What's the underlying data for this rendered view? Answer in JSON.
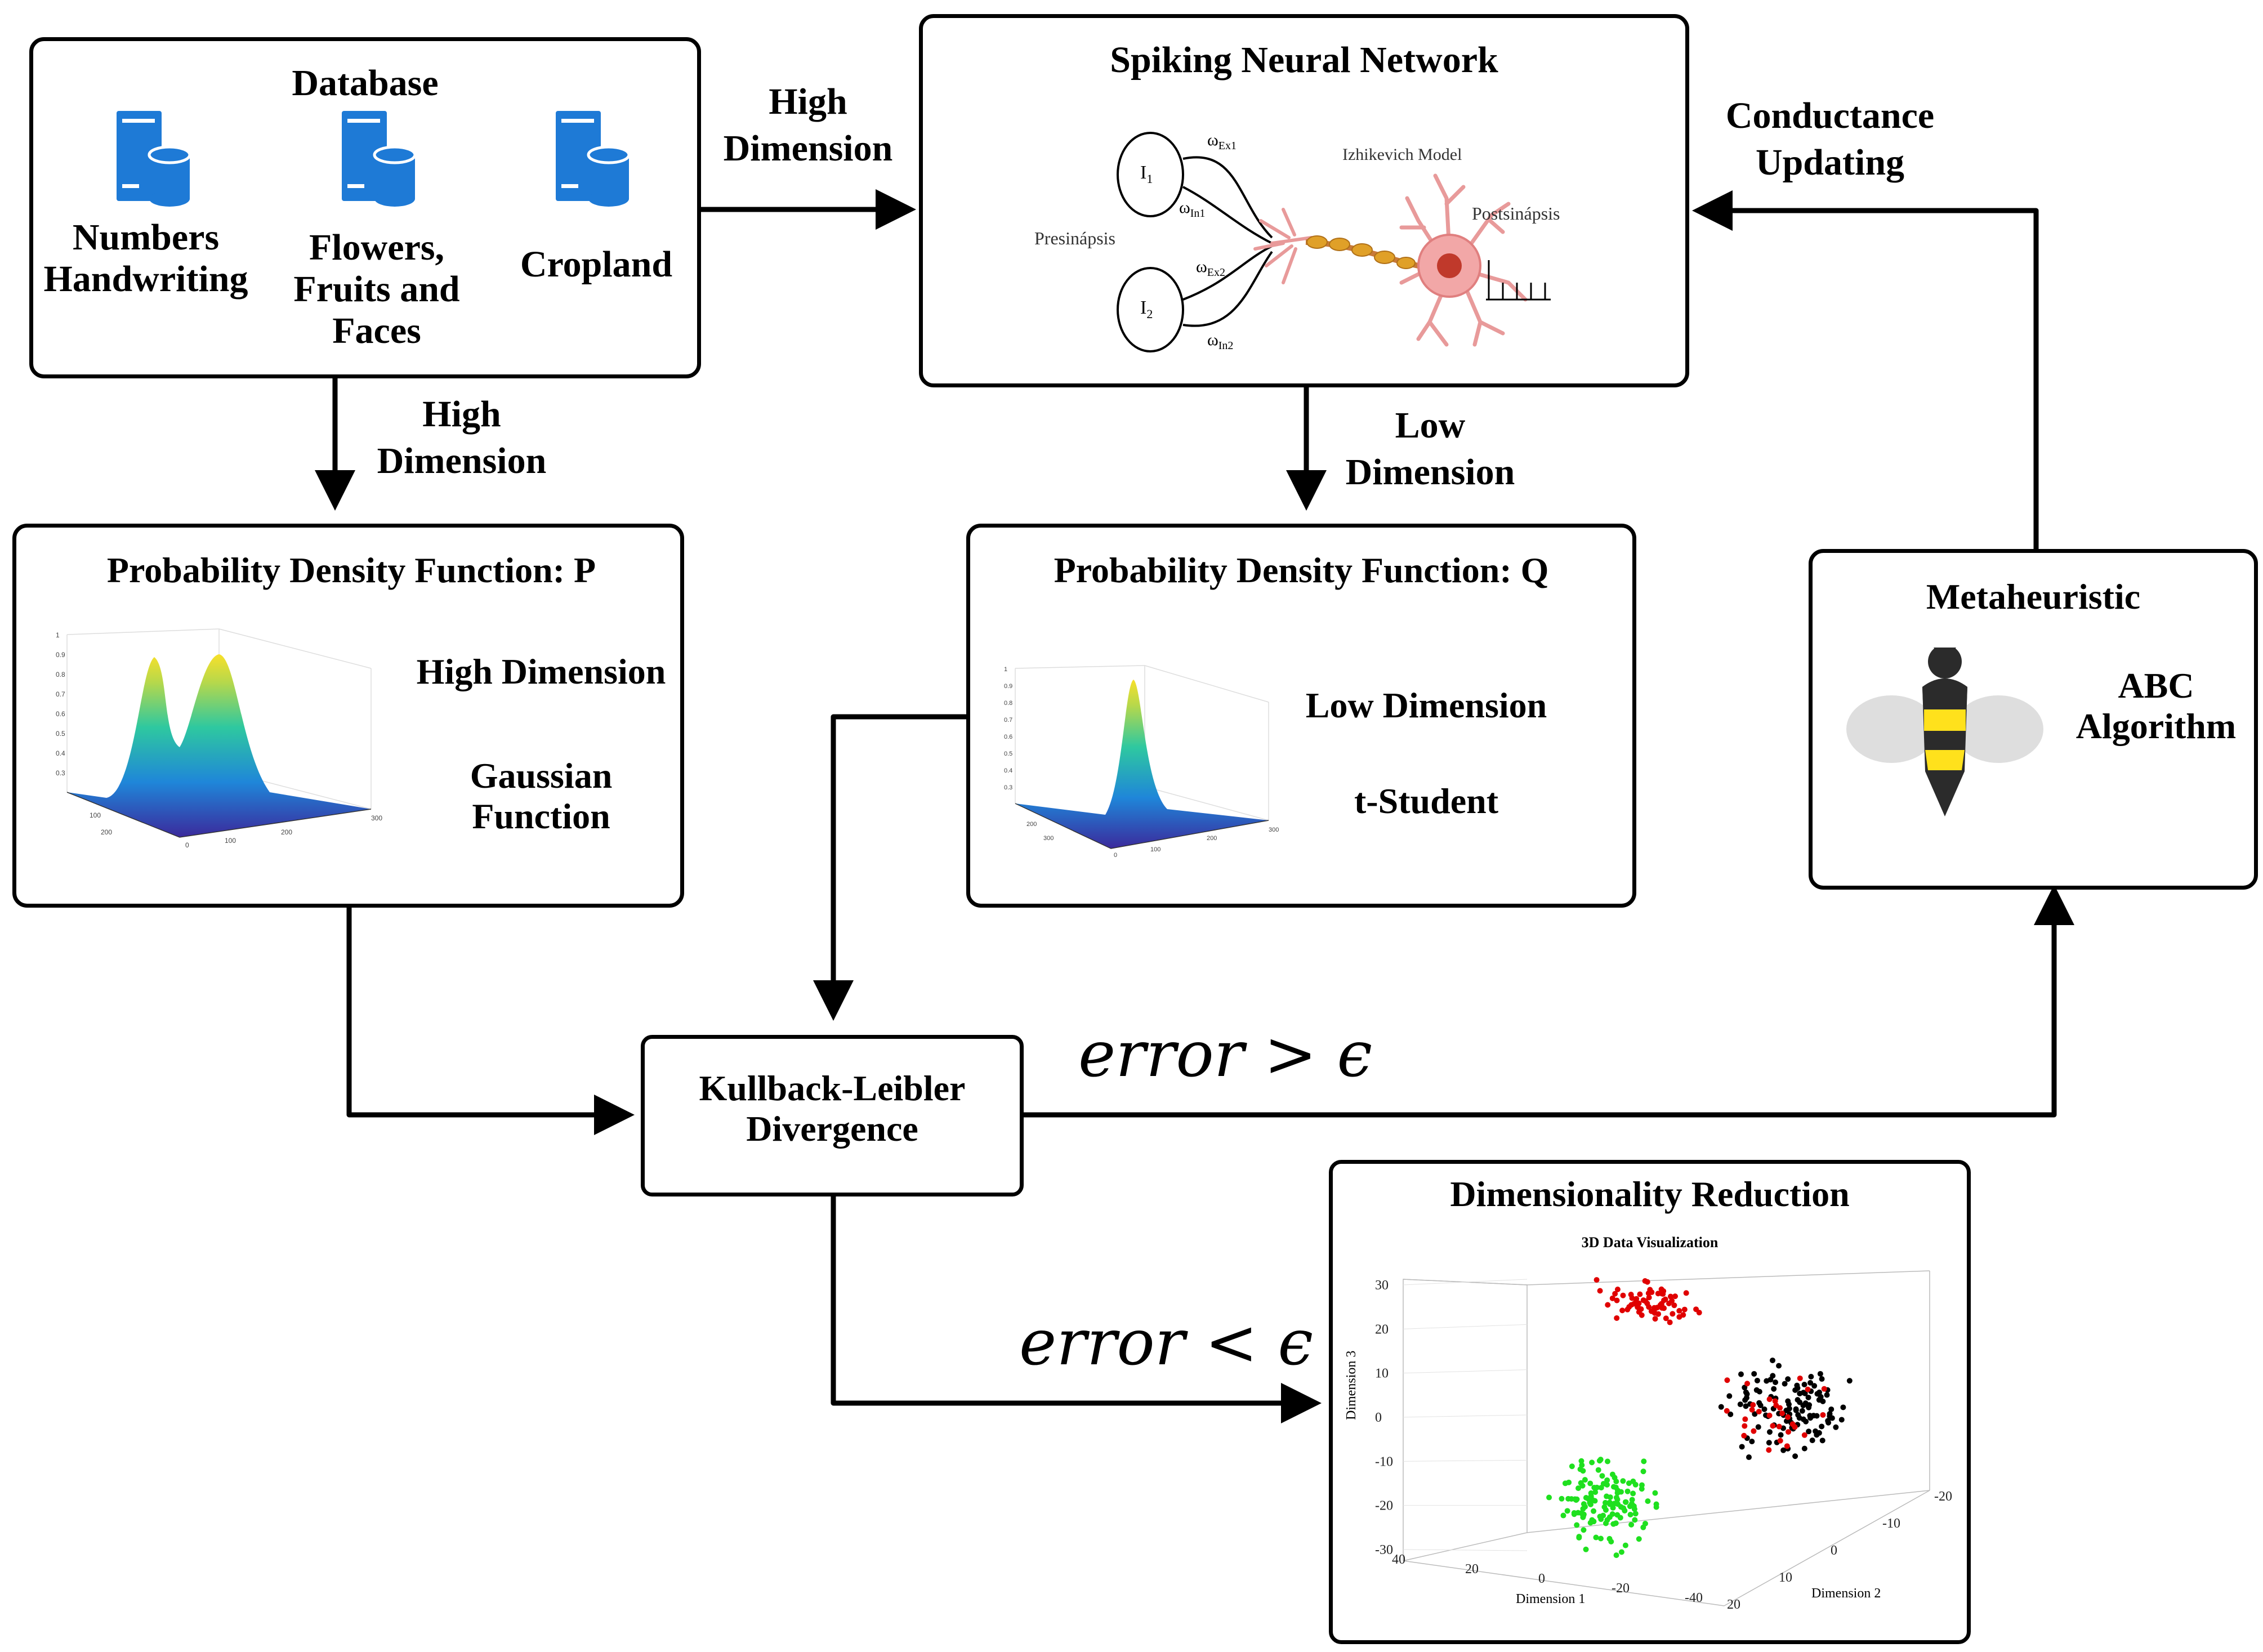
{
  "database": {
    "title": "Database",
    "items": [
      {
        "label_line1": "Numbers",
        "label_line2": "Handwriting"
      },
      {
        "label_line1": "Flowers,",
        "label_line2": "Fruits and",
        "label_line3": "Faces"
      },
      {
        "label_line1": "Cropland"
      }
    ],
    "icon": "database-server-icon"
  },
  "edges": {
    "db_to_snn": {
      "line1": "High",
      "line2": "Dimension"
    },
    "db_to_p": {
      "line1": "High",
      "line2": "Dimension"
    },
    "snn_to_q": {
      "line1": "Low",
      "line2": "Dimension"
    },
    "meta_to_snn": {
      "line1": "Conductance",
      "line2": "Updating"
    },
    "error_gt": "error > ϵ",
    "error_lt": "error < ϵ"
  },
  "snn": {
    "title": "Spiking Neural Network",
    "input1": "I",
    "input1_sub": "1",
    "input2": "I",
    "input2_sub": "2",
    "w_ex1": "ω",
    "w_ex1_sub": "Ex1",
    "w_in1": "ω",
    "w_in1_sub": "In1",
    "w_ex2": "ω",
    "w_ex2_sub": "Ex2",
    "w_in2": "ω",
    "w_in2_sub": "In2",
    "presynaptic": "Presinápsis",
    "model": "Izhikevich Model",
    "postsynaptic": "Postsinápsis"
  },
  "pdf_p": {
    "title": "Probability Density Function: P",
    "text1": "High Dimension",
    "text2_line1": "Gaussian",
    "text2_line2": "Function"
  },
  "pdf_q": {
    "title": "Probability Density Function: Q",
    "text1": "Low Dimension",
    "text2": "t-Student"
  },
  "metaheuristic": {
    "title": "Metaheuristic",
    "text_line1": "ABC",
    "text_line2": "Algorithm",
    "icon": "bee-icon"
  },
  "kl": {
    "line1": "Kullback-Leibler",
    "line2": "Divergence"
  },
  "dimred": {
    "title": "Dimensionality Reduction",
    "plot_title": "3D Data Visualization",
    "zlabel": "Dimension 3",
    "xlabel": "Dimension 1",
    "ylabel": "Dimension 2",
    "z_ticks": [
      "30",
      "20",
      "10",
      "0",
      "-10",
      "-20",
      "-30"
    ],
    "x_ticks": [
      "40",
      "20",
      "0",
      "-20",
      "-40"
    ],
    "y_ticks": [
      "20",
      "10",
      "0",
      "-10",
      "-20"
    ],
    "cluster_colors": [
      "#e00000",
      "#000000",
      "#1fe01f"
    ]
  }
}
